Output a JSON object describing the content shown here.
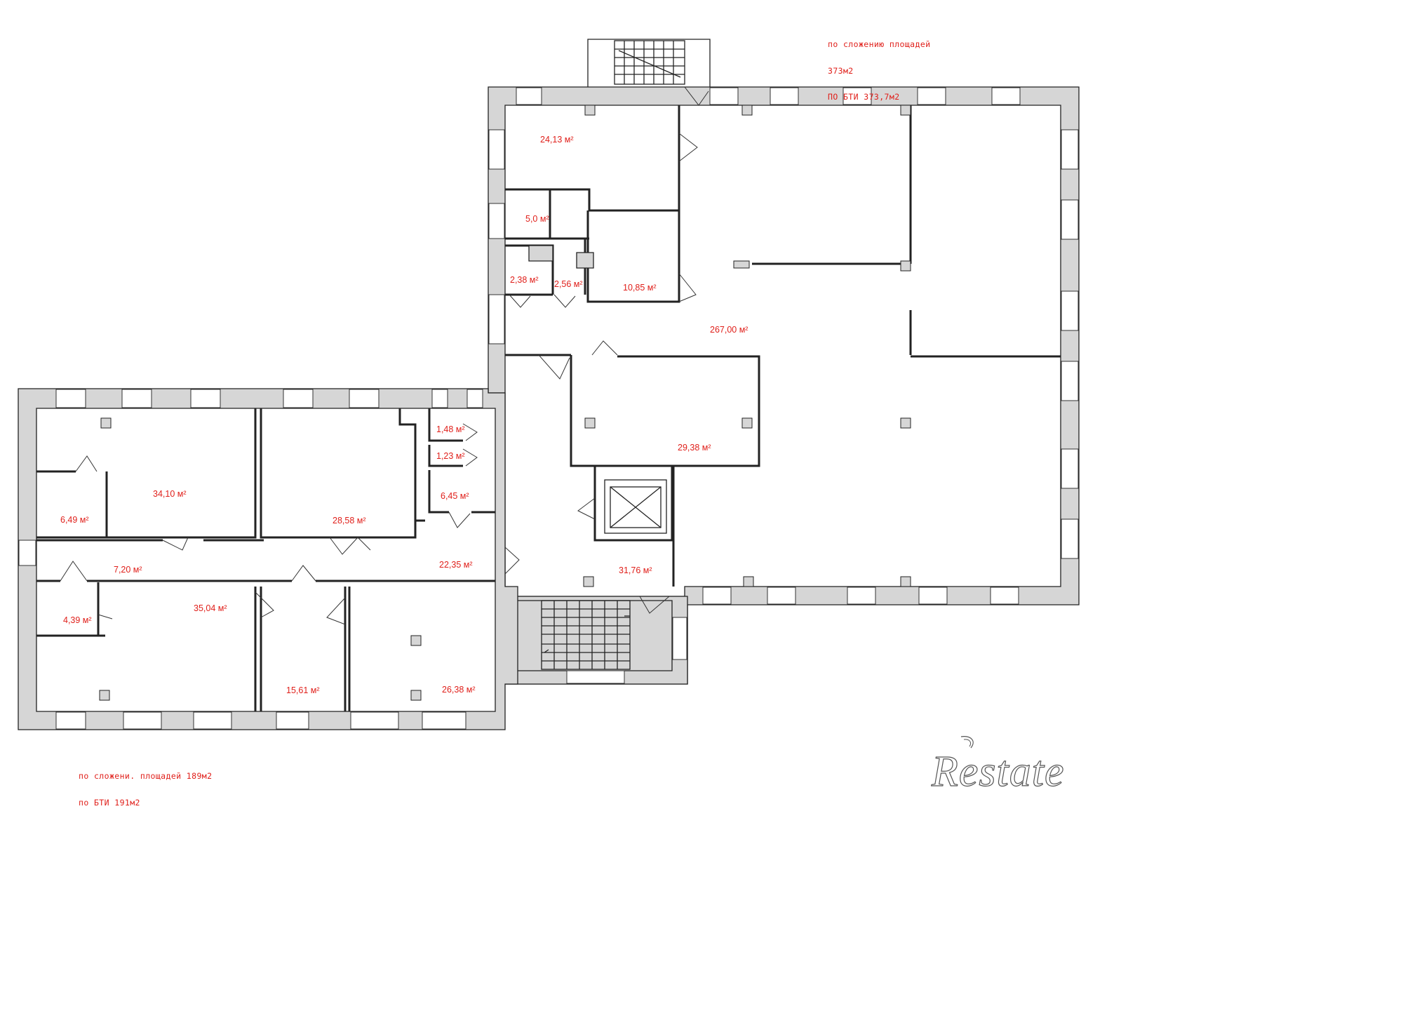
{
  "notes": {
    "top": [
      "по сложению площадей",
      "373м2",
      "ПО БТИ 373,7м2"
    ],
    "bottom": [
      "по сложени. площадей 189м2",
      "по БТИ 191м2"
    ]
  },
  "rooms": [
    {
      "id": "r1",
      "area": "24,13 м²"
    },
    {
      "id": "r2",
      "area": "5,0 м²"
    },
    {
      "id": "r3",
      "area": "2,38 м²"
    },
    {
      "id": "r4",
      "area": "2,56 м²"
    },
    {
      "id": "r5",
      "area": "10,85 м²"
    },
    {
      "id": "r6",
      "area": "267,00 м²"
    },
    {
      "id": "r7",
      "area": "29,38 м²"
    },
    {
      "id": "r8",
      "area": "31,76 м²"
    },
    {
      "id": "r9",
      "area": "1,48 м²"
    },
    {
      "id": "r10",
      "area": "1,23 м²"
    },
    {
      "id": "r11",
      "area": "6,45 м²"
    },
    {
      "id": "r12",
      "area": "34,10 м²"
    },
    {
      "id": "r13",
      "area": "28,58 м²"
    },
    {
      "id": "r14",
      "area": "6,49 м²"
    },
    {
      "id": "r15",
      "area": "7,20 м²"
    },
    {
      "id": "r16",
      "area": "22,35 м²"
    },
    {
      "id": "r17",
      "area": "35,04 м²"
    },
    {
      "id": "r18",
      "area": "4,39 м²"
    },
    {
      "id": "r19",
      "area": "15,61 м²"
    },
    {
      "id": "r20",
      "area": "26,38 м²"
    }
  ],
  "brand": {
    "logo_text": "Restate",
    "logo_icon": "restate-logo"
  },
  "colors": {
    "wall": "#d6d6d6",
    "line": "#222222",
    "annotation": "#e0201b"
  }
}
